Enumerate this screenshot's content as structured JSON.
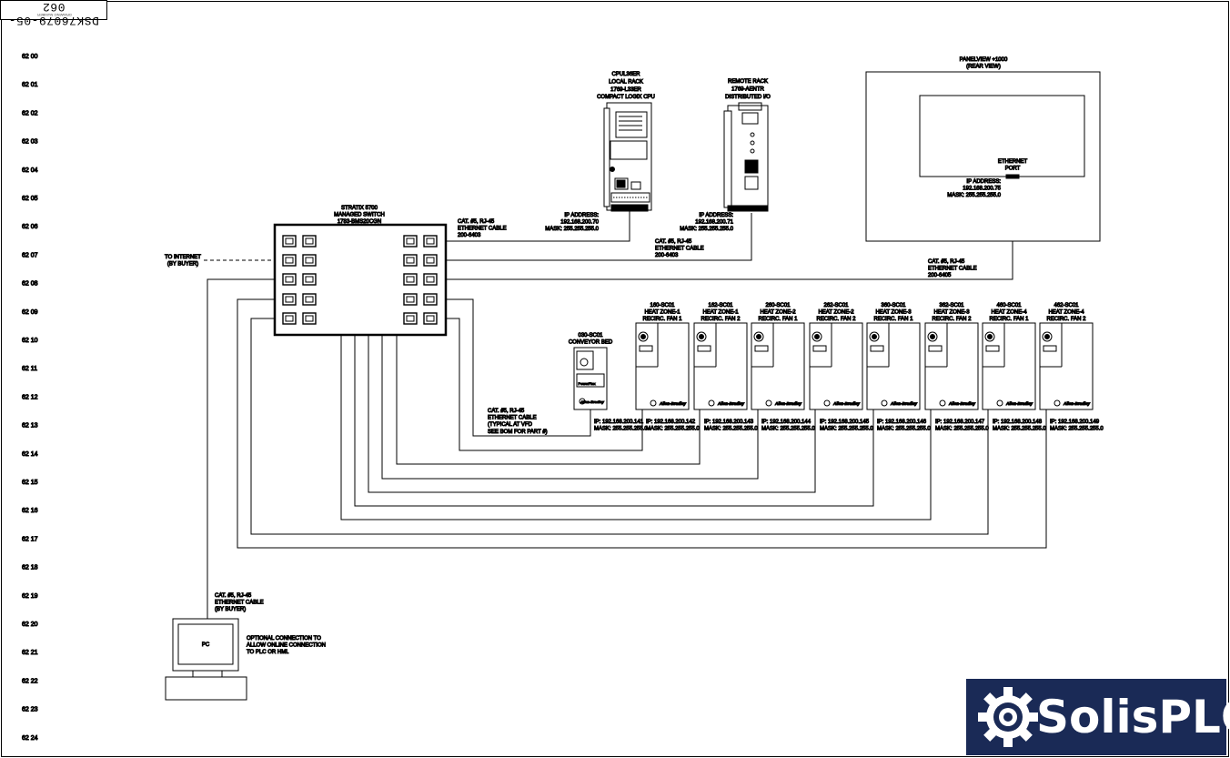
{
  "drawing_number": "DSK76079-05-062",
  "stamp_small": "DRAWING NUMBER",
  "row_numbers": [
    "62 00",
    "62 01",
    "62 02",
    "62 03",
    "62 04",
    "62 05",
    "62 06",
    "62 07",
    "62 08",
    "62 09",
    "62 10",
    "62 11",
    "62 12",
    "62 13",
    "62 14",
    "62 15",
    "62 16",
    "62 17",
    "62 18",
    "62 19",
    "62 20",
    "62 21",
    "62 22",
    "62 23",
    "62 24"
  ],
  "switch": {
    "lines": [
      "STRATIX 5700",
      "MANAGED SWITCH",
      "1783-BMS20CGN"
    ]
  },
  "internet": {
    "lines": [
      "TO INTERNET",
      "(BY BUYER)"
    ]
  },
  "plc": {
    "title": [
      "CPUL36ER",
      "LOCAL RACK",
      "1769-L33ER",
      "COMPACT LOGIX CPU"
    ],
    "ip": [
      "IP ADDRESS:",
      "192.168.200.70",
      "MASK: 255.255.255.0"
    ]
  },
  "remote": {
    "title": [
      "REMOTE RACK",
      "1769-AENTR",
      "DISTRIBUTED I/O"
    ],
    "ip": [
      "IP ADDRESS:",
      "192.168.200.71",
      "MASK: 255.255.255.0"
    ]
  },
  "panelview": {
    "title": [
      "PANELVIEW +1000",
      "(REAR VIEW)"
    ],
    "port": [
      "ETHERNET",
      "PORT"
    ],
    "ip": [
      "IP ADDRESS:",
      "192.168.200.75",
      "MASK: 255.255.255.0"
    ]
  },
  "cables": {
    "c1": [
      "CAT. #5, RJ-45",
      "ETHERNET CABLE",
      "200-6403"
    ],
    "c2": [
      "CAT. #5, RJ-45",
      "ETHERNET CABLE",
      "200-6403"
    ],
    "c3": [
      "CAT. #5, RJ-45",
      "ETHERNET CABLE",
      "200-6405"
    ],
    "vfd": [
      "CAT. #5, RJ-45",
      "ETHERNET CABLE",
      "(TYPICAL AT VFD",
      "SEE BOM FOR PART #)"
    ],
    "pc": [
      "CAT. #5, RJ-45",
      "ETHERNET CABLE",
      "(BY BUYER)"
    ]
  },
  "conveyor": {
    "title": [
      "030-SC01",
      "CONVEYOR BED"
    ],
    "ip": [
      "IP: 192.168.200.141",
      "MASK: 255.255.255.0"
    ],
    "brand": "Allen-Bradley",
    "unit": "PowerFlex"
  },
  "vfds": [
    {
      "title": [
        "160-SC01",
        "HEAT ZONE-1",
        "RECIRC. FAN 1"
      ],
      "ip": [
        "IP: 192.168.200.142",
        "MASK: 255.255.255.0"
      ]
    },
    {
      "title": [
        "162-SC01",
        "HEAT ZONE-1",
        "RECIRC. FAN 2"
      ],
      "ip": [
        "IP: 192.168.200.143",
        "MASK: 255.255.255.0"
      ]
    },
    {
      "title": [
        "260-SC01",
        "HEAT ZONE-2",
        "RECIRC. FAN 1"
      ],
      "ip": [
        "IP: 192.168.200.144",
        "MASK: 255.255.255.0"
      ]
    },
    {
      "title": [
        "262-SC01",
        "HEAT ZONE-2",
        "RECIRC. FAN 2"
      ],
      "ip": [
        "IP: 192.168.200.145",
        "MASK: 255.255.255.0"
      ]
    },
    {
      "title": [
        "360-SC01",
        "HEAT ZONE-3",
        "RECIRC. FAN 1"
      ],
      "ip": [
        "IP: 192.168.200.146",
        "MASK: 255.255.255.0"
      ]
    },
    {
      "title": [
        "362-SC01",
        "HEAT ZONE-3",
        "RECIRC. FAN 2"
      ],
      "ip": [
        "IP: 192.168.200.147",
        "MASK: 255.255.255.0"
      ]
    },
    {
      "title": [
        "460-SC01",
        "HEAT ZONE-4",
        "RECIRC. FAN 1"
      ],
      "ip": [
        "IP: 192.168.200.148",
        "MASK: 255.255.255.0"
      ]
    },
    {
      "title": [
        "462-SC01",
        "HEAT ZONE-4",
        "RECIRC. FAN 2"
      ],
      "ip": [
        "IP: 192.168.200.149",
        "MASK: 255.255.255.0"
      ]
    }
  ],
  "vfd_brand": "Allen-Bradley",
  "pc": {
    "label": "PC"
  },
  "optional": [
    "OPTIONAL CONNECTION TO",
    "ALLOW ONLINE CONNECTION",
    "TO PLC OR HMI."
  ],
  "logo": {
    "text": "SolisPLC",
    "icon": "gear-icon",
    "bg_color": "#1a2a56",
    "fg_color": "#ffffff"
  }
}
